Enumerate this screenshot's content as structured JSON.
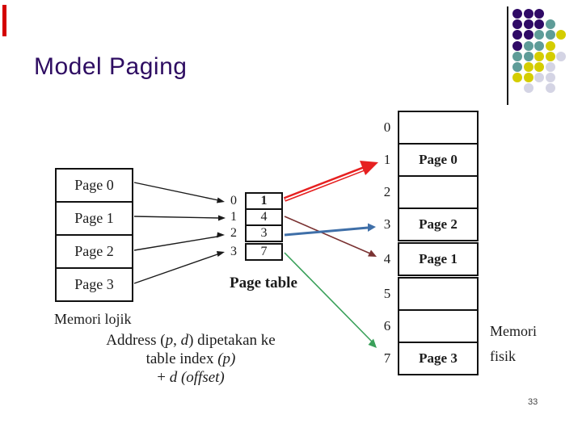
{
  "slide": {
    "title": "Model Paging",
    "title_color": "#2e0d62",
    "page_number": "33"
  },
  "decoration": {
    "red_bar_color": "#d40000",
    "line_color": "#1a1a1a",
    "dot_colors": {
      "P": "#2f0a66",
      "T": "#5e9c98",
      "Y": "#d4cd00",
      "L": "#d4d4e4"
    },
    "dot_grid": [
      [
        "P",
        "P",
        "P",
        "",
        ""
      ],
      [
        "P",
        "P",
        "P",
        "T",
        ""
      ],
      [
        "P",
        "P",
        "T",
        "T",
        "Y"
      ],
      [
        "P",
        "T",
        "T",
        "Y",
        ""
      ],
      [
        "T",
        "T",
        "Y",
        "Y",
        "L"
      ],
      [
        "T",
        "Y",
        "Y",
        "L",
        ""
      ],
      [
        "Y",
        "Y",
        "L",
        "L",
        ""
      ],
      [
        "",
        "L",
        "",
        "L",
        ""
      ]
    ]
  },
  "diagram": {
    "logical_memory": {
      "label": "Memori lojik",
      "pages": [
        "Page 0",
        "Page 1",
        "Page 2",
        "Page 3"
      ]
    },
    "page_table": {
      "label": "Page table",
      "indices": [
        "0",
        "1",
        "2",
        "3"
      ],
      "entries": [
        "1",
        "4",
        "3",
        "7"
      ]
    },
    "physical_memory": {
      "label_line1": "Memori",
      "label_line2": "fisik",
      "frames": [
        {
          "index": "0",
          "content": ""
        },
        {
          "index": "1",
          "content": "Page 0"
        },
        {
          "index": "2",
          "content": ""
        },
        {
          "index": "3",
          "content": "Page 2"
        },
        {
          "index": "4",
          "content": "Page 1"
        },
        {
          "index": "5",
          "content": ""
        },
        {
          "index": "6",
          "content": ""
        },
        {
          "index": "7",
          "content": "Page 3"
        }
      ]
    },
    "arrows": {
      "black": "#1a1a1a",
      "red": "#e62020",
      "maroon": "#7a3232",
      "blue": "#3f6fa8",
      "green": "#3aa05a"
    },
    "caption": {
      "line1_prefix": "Address (",
      "line1_p": "p",
      "line1_comma": ", ",
      "line1_d": "d",
      "line1_suffix": ") dipetakan ke",
      "line2_prefix": "table index ",
      "line2_p": "(p)",
      "line3_plus": "+ ",
      "line3_rest": "d (offset)"
    }
  }
}
